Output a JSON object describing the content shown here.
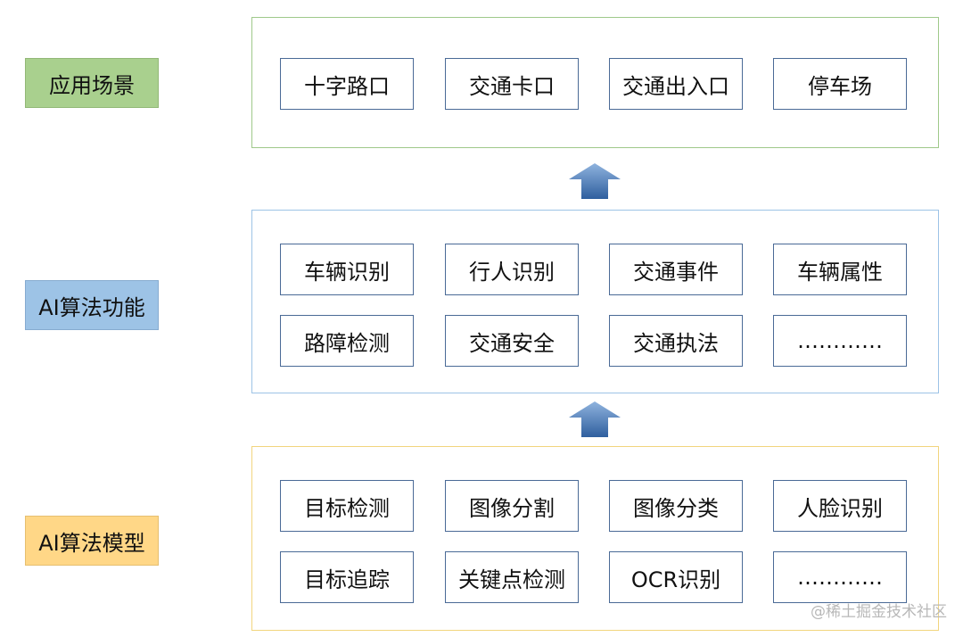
{
  "labels": {
    "scene": "应用场景",
    "function": "AI算法功能",
    "model": "AI算法模型"
  },
  "scenes": [
    "十字路口",
    "交通卡口",
    "交通出入口",
    "停车场"
  ],
  "functions": {
    "row1": [
      "车辆识别",
      "行人识别",
      "交通事件",
      "车辆属性"
    ],
    "row2": [
      "路障检测",
      "交通安全",
      "交通执法",
      "…………"
    ]
  },
  "models": {
    "row1": [
      "目标检测",
      "图像分割",
      "图像分类",
      "人脸识别"
    ],
    "row2": [
      "目标追踪",
      "关键点检测",
      "OCR识别",
      "…………"
    ]
  },
  "watermark": "@稀土掘金技术社区",
  "colors": {
    "scene_label_bg": "#a9d08e",
    "function_label_bg": "#9dc3e6",
    "model_label_bg": "#ffd787",
    "box_border": "#4a6a96",
    "arrow": "#4f81bd"
  }
}
